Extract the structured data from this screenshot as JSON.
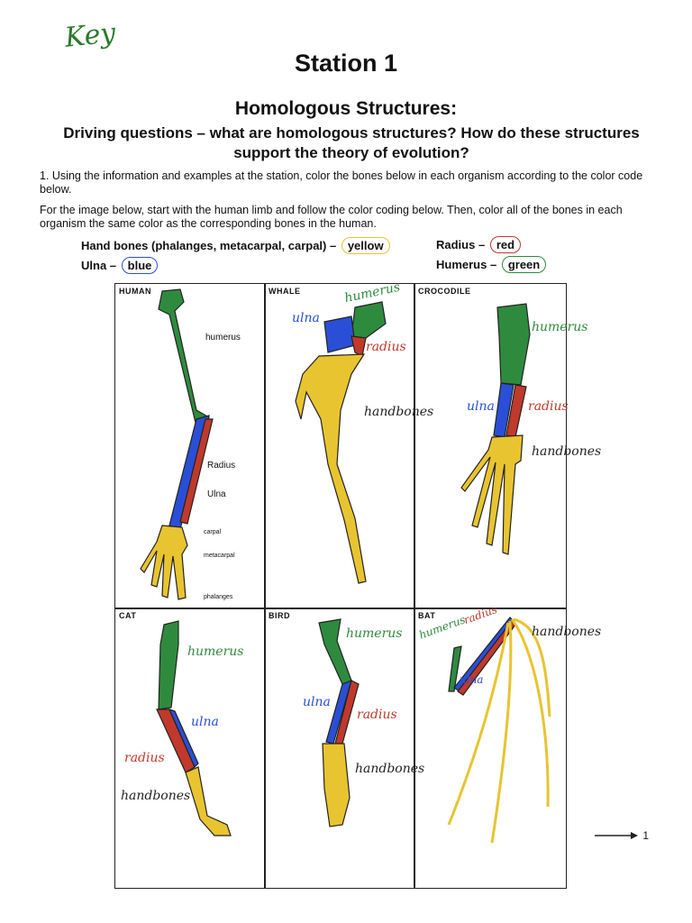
{
  "key_note": "Key",
  "title": "Station 1",
  "subtitle": "Homologous Structures:",
  "driving_question": "Driving questions – what are homologous structures?  How do these structures support the theory of evolution?",
  "instructions": {
    "q1": "1. Using the information and examples at the station, color the bones below in each organism according to the color code below.",
    "q1b": "For the image below, start with the human limb and follow the color coding below.  Then, color all of the bones in each organism the same color as the corresponding bones in the human."
  },
  "color_code": {
    "hand_label": "Hand bones (phalanges, metacarpal, carpal) –",
    "hand_color": "yellow",
    "ulna_label": "Ulna –",
    "ulna_color": "blue",
    "radius_label": "Radius –",
    "radius_color": "red",
    "humerus_label": "Humerus –",
    "humerus_color": "green"
  },
  "colors": {
    "green": "#2e8b3e",
    "blue": "#2a4fd6",
    "red": "#c0392b",
    "yellow": "#e8c430",
    "ink": "#222222"
  },
  "panels": {
    "human": {
      "name": "HUMAN",
      "humerus": "humerus",
      "radius": "Radius",
      "ulna": "Ulna",
      "carpal": "carpal",
      "metacarpal": "metacarpal",
      "phalanges": "phalanges"
    },
    "whale": {
      "name": "WHALE",
      "humerus": "humerus",
      "ulna": "ulna",
      "radius": "radius",
      "hand": "handbones"
    },
    "crocodile": {
      "name": "CROCODILE",
      "humerus": "humerus",
      "ulna": "ulna",
      "radius": "radius",
      "hand": "handbones"
    },
    "cat": {
      "name": "CAT",
      "humerus": "humerus",
      "ulna": "ulna",
      "radius": "radius",
      "hand": "handbones"
    },
    "bird": {
      "name": "BIRD",
      "humerus": "humerus",
      "ulna": "ulna",
      "radius": "radius",
      "hand": "handbones"
    },
    "bat": {
      "name": "BAT",
      "humerus": "humerus",
      "radius": "radius",
      "ulna": "ulna",
      "hand": "handbones"
    }
  },
  "page_number": "1"
}
